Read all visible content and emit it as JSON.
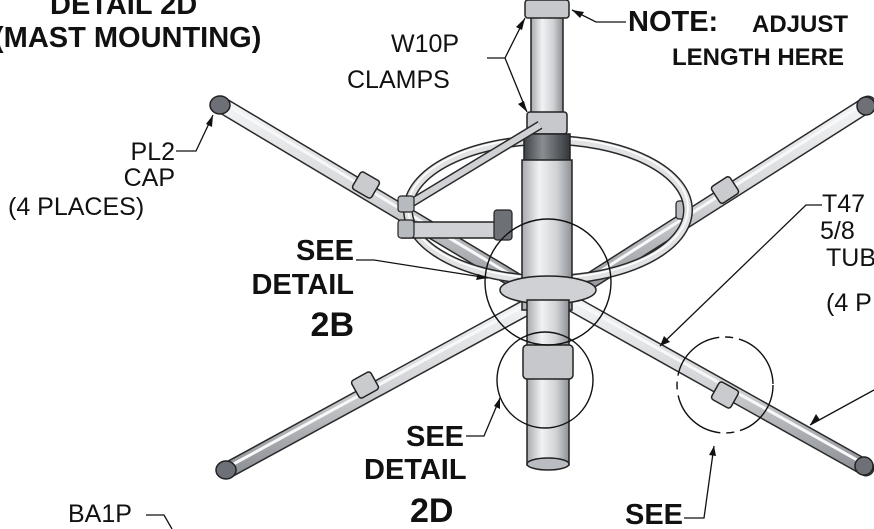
{
  "labels": {
    "detail_2d_title_1": "DETAIL 2D",
    "detail_2d_title_2": "(MAST MOUNTING)",
    "w10p_1": "W10P",
    "w10p_2": "CLAMPS",
    "note_1": "NOTE:",
    "note_2": "ADJUST",
    "note_3": "LENGTH HERE",
    "pl2_1": "PL2",
    "pl2_2": "CAP",
    "pl2_3": "(4 PLACES)",
    "t47_1": "T47",
    "t47_2": "5/8",
    "t47_3": "TUB",
    "t47_4": "(4 P",
    "see2b_1": "SEE",
    "see2b_2": "DETAIL",
    "see2b_3": "2B",
    "see2d_1": "SEE",
    "see2d_2": "DETAIL",
    "see2d_3": "2D",
    "see_right": "SEE",
    "ba1p": "BA1P"
  },
  "colors": {
    "line": "#1a1a1a",
    "tube_fill": "#d9dadc",
    "tube_highlight": "#f2f3f4",
    "tube_shadow": "#9ea1a6",
    "dark_part": "#555a60"
  }
}
